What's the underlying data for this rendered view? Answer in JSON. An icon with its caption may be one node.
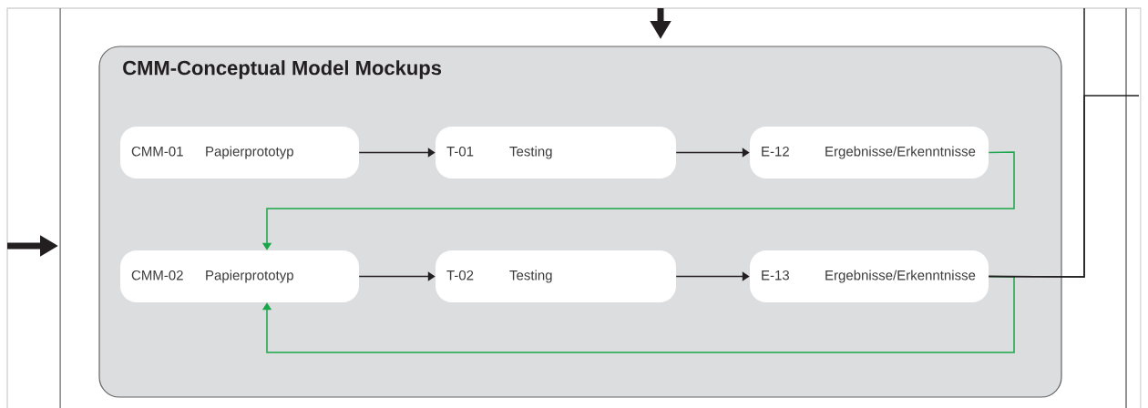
{
  "diagram": {
    "nodes": [
      {
        "text": [
          "CMM-Conceptual Model Mockups"
        ]
      },
      {
        "text": [
          "CMM-01",
          "Papierprototyp"
        ],
        "in": 0
      },
      {
        "text": [
          "T-01",
          "Testing"
        ],
        "in": 0
      },
      {
        "text": [
          "E-12",
          "Ergebnisse/Erkenntnisse"
        ],
        "in": 0
      },
      {
        "text": [
          "CMM-02",
          "Papierprototyp"
        ],
        "in": 0
      },
      {
        "text": [
          "T-02",
          "Testing"
        ],
        "in": 0
      },
      {
        "text": [
          "E-13",
          "Ergebnisse/Erkenntnisse"
        ],
        "in": 0
      }
    ],
    "edges": [
      {
        "from": 1,
        "to": 2,
        "arrow": "to"
      },
      {
        "from": 2,
        "to": 3,
        "arrow": "to"
      },
      {
        "from": 3,
        "to": 4,
        "arrow": "to",
        "color": "#1aa64a"
      },
      {
        "from": 4,
        "to": 5,
        "arrow": "to"
      },
      {
        "from": 5,
        "to": 6,
        "arrow": "to"
      },
      {
        "from": 6,
        "to": 4,
        "arrow": "to",
        "color": "#1aa64a"
      },
      {
        "from": 6,
        "to": null,
        "arrow": "none"
      },
      {
        "from": 6,
        "to": null,
        "arrow": "none"
      },
      {
        "from": null,
        "to": 0,
        "arrow": "to",
        "style": "thick"
      }
    ]
  }
}
